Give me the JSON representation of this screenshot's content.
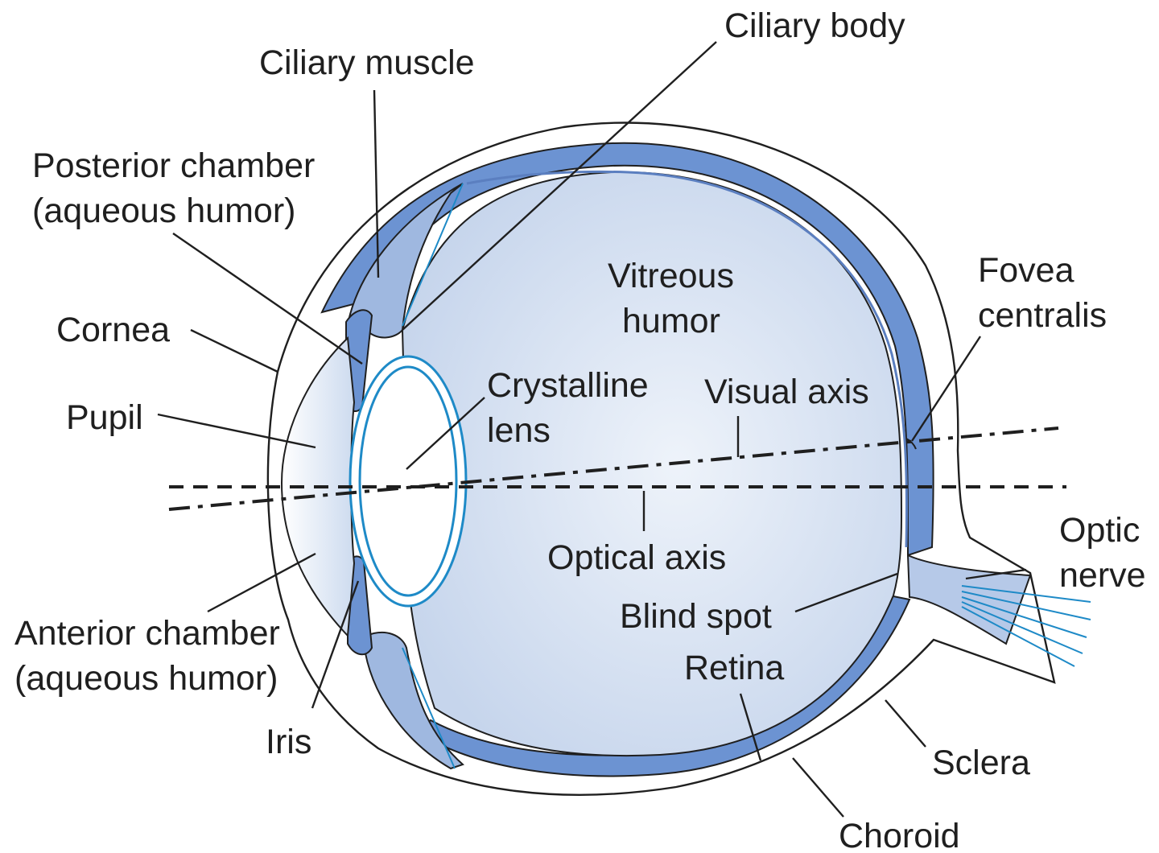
{
  "diagram": {
    "colors": {
      "vitreous_light": "#e4ecf6",
      "vitreous_mid": "#c3d3ec",
      "choroid": "#6c93d2",
      "retina_band": "#b6c9e8",
      "lens_outline": "#1e8ac7",
      "ink": "#1f1f1f"
    },
    "labels": {
      "ciliary_body": "Ciliary body",
      "ciliary_muscle": "Ciliary muscle",
      "posterior_chamber_1": "Posterior chamber",
      "posterior_chamber_2": "(aqueous humor)",
      "cornea": "Cornea",
      "pupil": "Pupil",
      "anterior_chamber_1": "Anterior chamber",
      "anterior_chamber_2": "(aqueous humor)",
      "iris": "Iris",
      "vitreous_1": "Vitreous",
      "vitreous_2": "humor",
      "lens_1": "Crystalline",
      "lens_2": "lens",
      "visual_axis": "Visual axis",
      "optical_axis": "Optical axis",
      "fovea_1": "Fovea",
      "fovea_2": "centralis",
      "optic_nerve_1": "Optic",
      "optic_nerve_2": "nerve",
      "blind_spot": "Blind spot",
      "retina": "Retina",
      "sclera": "Sclera",
      "choroid": "Choroid"
    }
  }
}
